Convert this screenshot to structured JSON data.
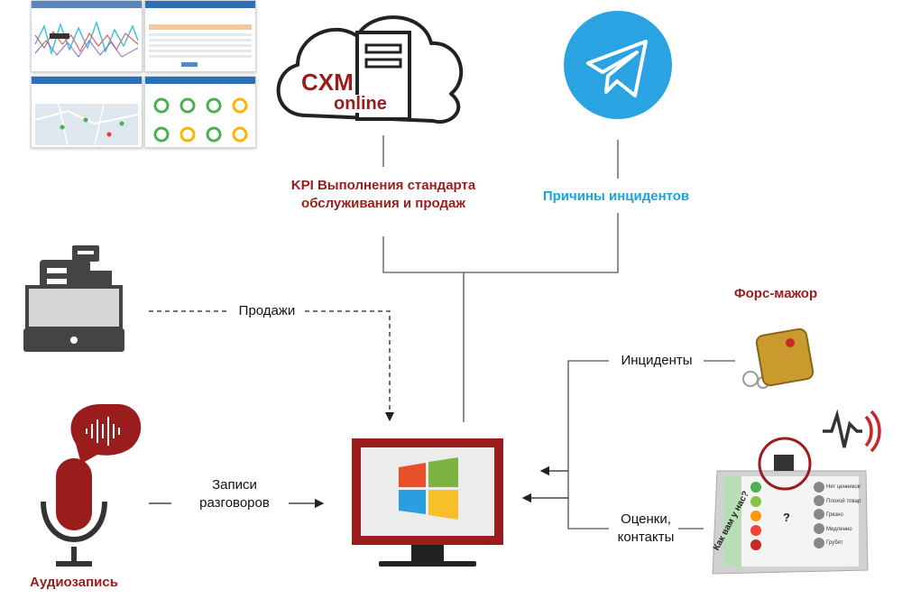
{
  "brand": {
    "line1": "CXM",
    "line2": "online"
  },
  "labels": {
    "kpi": "KPI Выполнения стандарта обслуживания и продаж",
    "incident_reasons": "Причины инцидентов",
    "sales": "Продажи",
    "force_majeure": "Форс-мажор",
    "incidents": "Инциденты",
    "call_records": "Записи разговоров",
    "ratings_contacts": "Оценки, контакты",
    "audio_record": "Аудиозапись"
  },
  "terminal": {
    "question": "Как вам у нас?",
    "buttons": [
      "Нет ценников",
      "Плохой товар",
      "Грязно",
      "Медленно",
      "Грубят"
    ],
    "center_mark": "?"
  },
  "colors": {
    "accent_red": "#9b1c1c",
    "telegram_blue": "#2aa3e2",
    "line": "#555555"
  }
}
